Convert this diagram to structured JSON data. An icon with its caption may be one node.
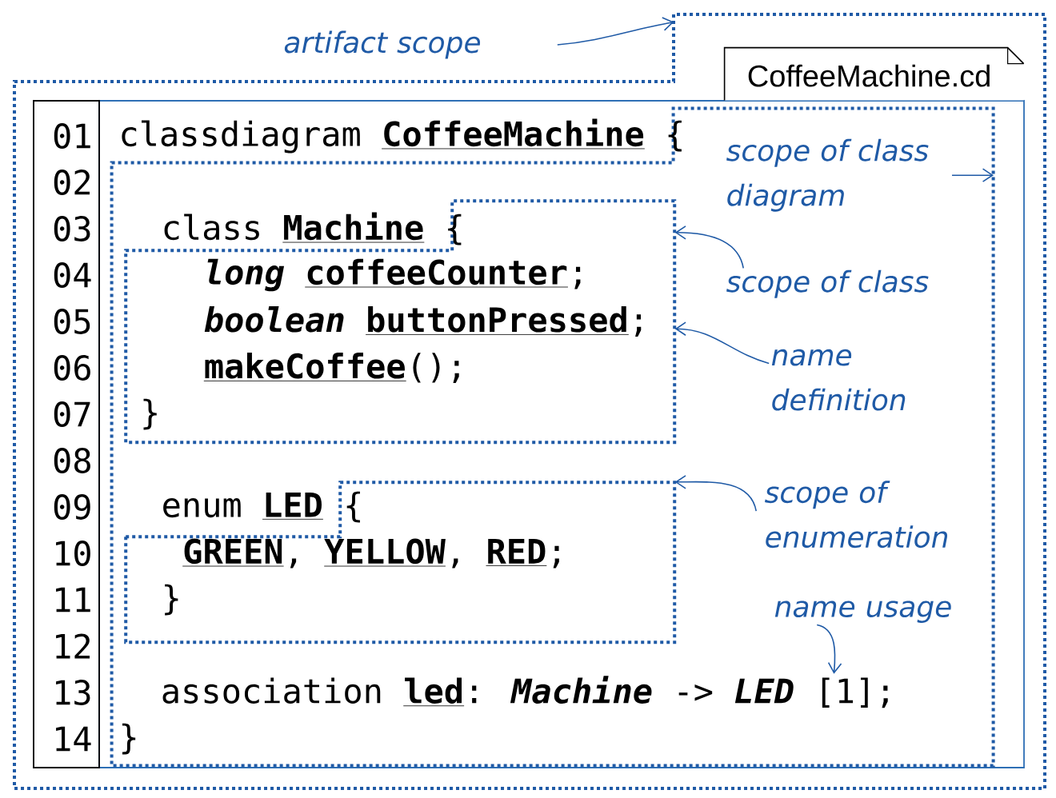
{
  "diagram": {
    "nodes": [
      {
        "text": [
          "artifact scope"
        ]
      },
      {
        "text": [],
        "shape": "box"
      },
      {
        "text": [
          "CoffeeMachine.cd"
        ],
        "in": 1
      },
      {
        "text": [],
        "shape": "box",
        "in": 1
      },
      {
        "text": [
          "scope of class diagram"
        ],
        "in": 3
      },
      {
        "text": [],
        "shape": "box",
        "in": 3
      },
      {
        "text": [
          "scope of class"
        ],
        "in": 3
      },
      {
        "text": [
          "name definition"
        ],
        "in": 3
      },
      {
        "text": [],
        "shape": "box",
        "in": 3
      },
      {
        "text": [
          "scope of enumeration"
        ],
        "in": 3
      },
      {
        "text": [
          "name usage"
        ],
        "in": 3
      },
      {
        "text": [
          "association **led**: *Machine* -> *LED* [1];"
        ],
        "in": 3
      }
    ],
    "edges": [
      {
        "from": 0,
        "to": 1,
        "arrow": "to"
      },
      {
        "from": 4,
        "to": 3,
        "arrow": "to"
      },
      {
        "from": 6,
        "to": 5,
        "arrow": "to"
      },
      {
        "from": 7,
        "to": 5,
        "arrow": "to"
      },
      {
        "from": 9,
        "to": 8,
        "arrow": "to"
      },
      {
        "from": 10,
        "to": 11,
        "arrow": "to"
      }
    ],
    "labels": [
      "01",
      "classdiagram **CoffeeMachine** {",
      "02",
      "03",
      "class **Machine** {",
      "04",
      "*long* **coffeeCounter**;",
      "05",
      "*boolean* **buttonPressed**;",
      "06",
      "**makeCoffee**();",
      "07",
      "}",
      "08",
      "09",
      "enum **LED** {",
      "10",
      "**GREEN**, **YELLOW**, **RED**;",
      "11",
      "}",
      "12",
      "13",
      "14",
      "}"
    ]
  }
}
